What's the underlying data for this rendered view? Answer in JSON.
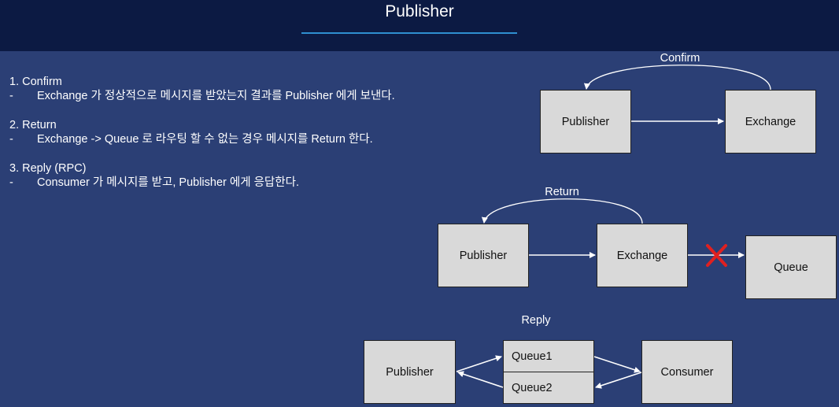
{
  "header": {
    "title": "Publisher"
  },
  "items": [
    {
      "title": "1. Confirm",
      "bullet": "-",
      "description": "Exchange 가 정상적으로 메시지를 받았는지 결과를 Publisher 에게 보낸다."
    },
    {
      "title": "2. Return",
      "bullet": "-",
      "description": "Exchange -> Queue 로 라우팅 할 수 없는 경우 메시지를 Return 한다."
    },
    {
      "title": "3. Reply (RPC)",
      "bullet": "-",
      "description": "Consumer 가 메시지를 받고, Publisher 에게 응답한다."
    }
  ],
  "diagrams": {
    "confirm": {
      "label": "Confirm",
      "publisher": "Publisher",
      "exchange": "Exchange"
    },
    "return": {
      "label": "Return",
      "publisher": "Publisher",
      "exchange": "Exchange",
      "queue": "Queue"
    },
    "reply": {
      "label": "Reply",
      "publisher": "Publisher",
      "queue1": "Queue1",
      "queue2": "Queue2",
      "consumer": "Consumer"
    }
  },
  "colors": {
    "background": "#2b3f75",
    "header": "#0c1a43",
    "accent_line": "#2f8fd0",
    "box_fill": "#d9d9d9",
    "blocked_mark": "#e02020"
  },
  "icons": {
    "blocked": "red-x-icon"
  }
}
